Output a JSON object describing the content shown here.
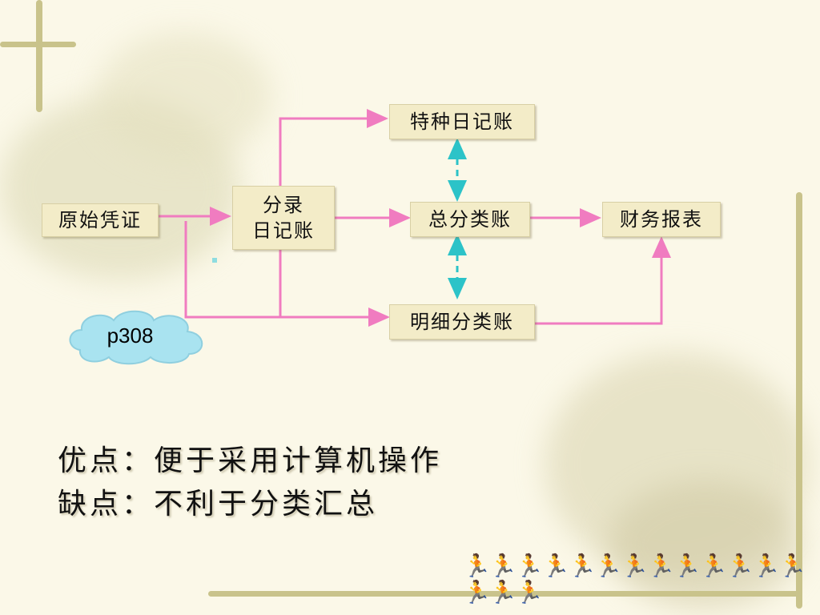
{
  "diagram": {
    "boxes": {
      "source": "原始凭证",
      "journal_line1": "分录",
      "journal_line2": "日记账",
      "special_journal": "特种日记账",
      "general_ledger": "总分类账",
      "financial_statements": "财务报表",
      "detail_ledger": "明细分类账"
    },
    "cloud_label": "p308",
    "colors": {
      "flow": "#f07cc0",
      "link": "#2cc3c8",
      "box": "#f3ecc8"
    }
  },
  "notes": {
    "advantage": "优点：便于采用计算机操作",
    "disadvantage": "缺点：不利于分类汇总"
  }
}
